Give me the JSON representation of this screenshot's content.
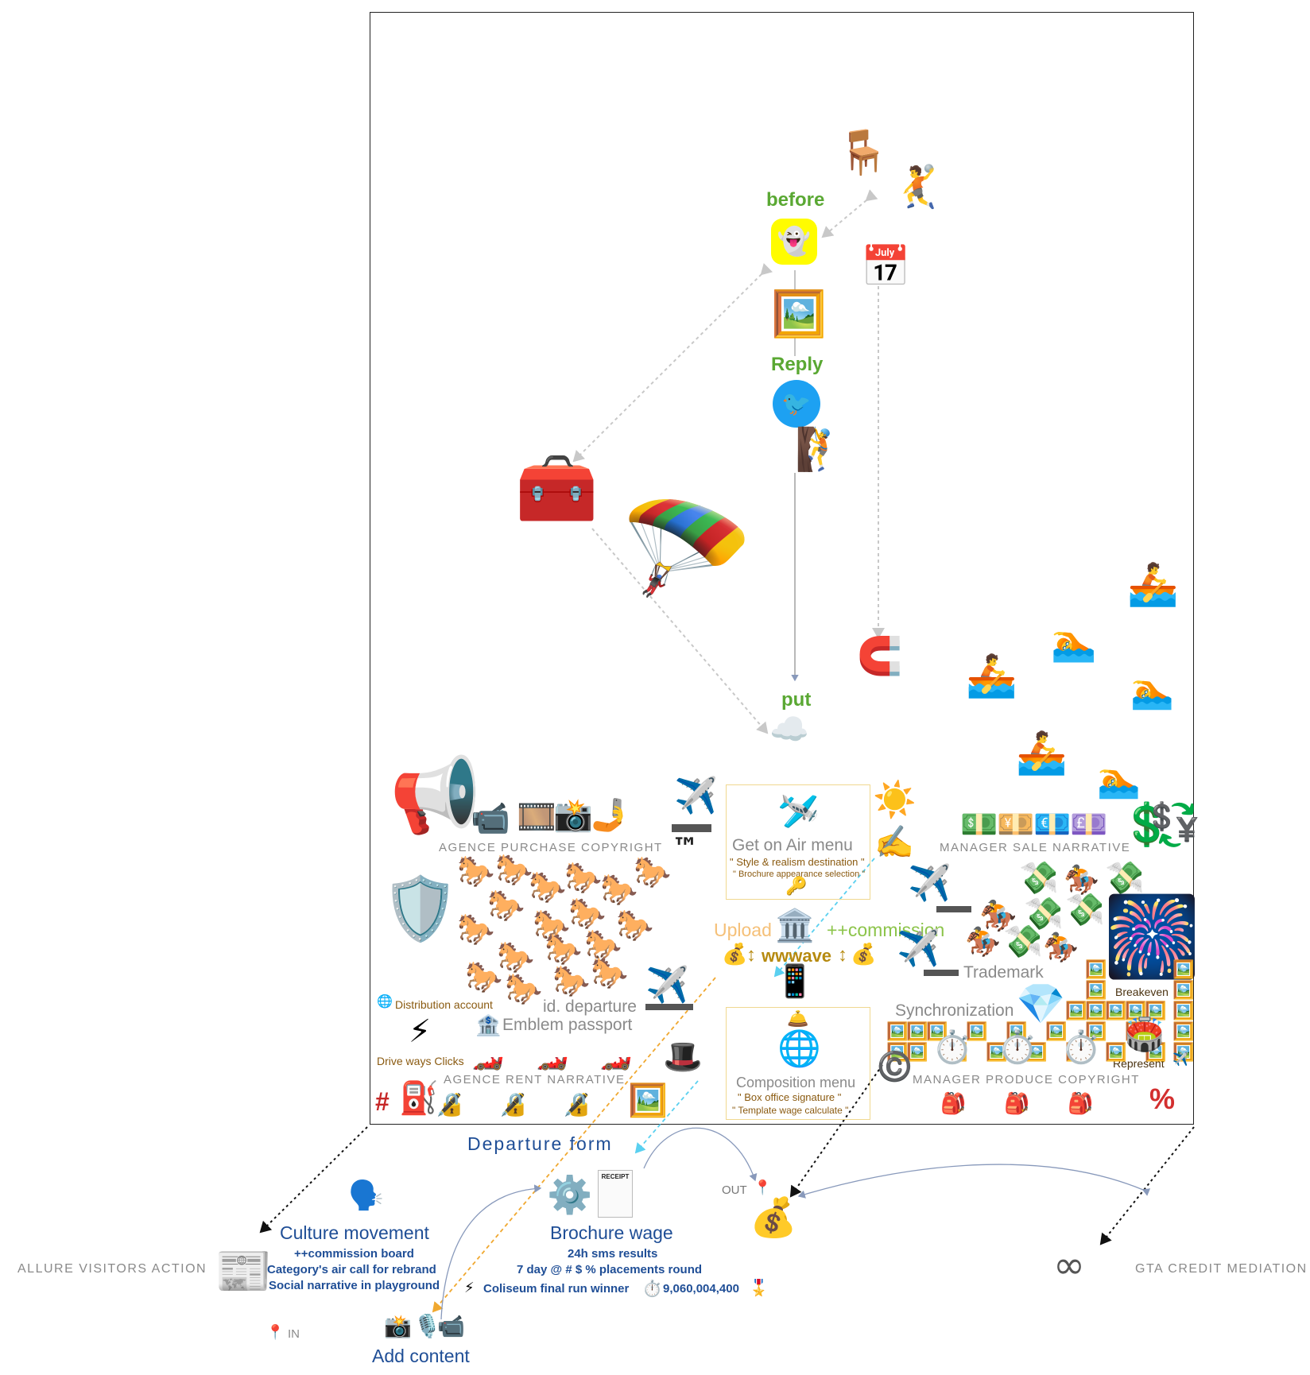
{
  "top_labels": {
    "before": "before",
    "reply": "Reply",
    "put": "put"
  },
  "sections": {
    "agence_purchase": "AGENCE PURCHASE COPYRIGHT",
    "manager_sale": "MANAGER SALE NARRATIVE",
    "agence_rent": "AGENCE RENT NARRATIVE",
    "manager_produce": "MANAGER PRODUCE COPYRIGHT"
  },
  "air_menu": {
    "title": "Get on Air menu",
    "line1": "\" Style & realism destination \"",
    "line2": "\" Brochure appearance selection \""
  },
  "composition_menu": {
    "title": "Composition menu",
    "line1": "\" Box office signature \"",
    "line2": "\" Template wage calculate \""
  },
  "center_labels": {
    "upload": "Upload",
    "commission": "++commission",
    "wwwave": "wwwave",
    "id_departure": "id. departure",
    "emblem_passport": "Emblem passport"
  },
  "left_labels": {
    "distribution_account": "Distribution account",
    "drive_ways": "Drive ways Clicks"
  },
  "right_labels": {
    "trademark": "Trademark",
    "synchronization": "Synchronization",
    "breakeven": "Breakeven",
    "represent": "Represent"
  },
  "bottom": {
    "departure_form": "Departure form",
    "out": "OUT",
    "in": "IN",
    "culture_title": "Culture movement",
    "culture_lines": [
      "++commission board",
      "Category's air call for rebrand",
      "Social narrative in playground"
    ],
    "brochure_title": "Brochure wage",
    "brochure_line1": "24h sms results",
    "brochure_line2": "7 day @ # $ % placements round",
    "brochure_line3": "Coliseum final run winner",
    "brochure_number": "9,060,004,400",
    "add_content": "Add content",
    "allure": "ALLURE VISITORS ACTION",
    "gta": "GTA CREDIT MEDIATION",
    "receipt": "RECEIPT"
  },
  "colors": {
    "green_label": "#5aa833",
    "blue_text": "#1f4e96",
    "brown_text": "#8a5a10",
    "box_border": "#f0d890",
    "orange_dash": "#f0a830",
    "cyan_dash": "#5ad0f0"
  }
}
